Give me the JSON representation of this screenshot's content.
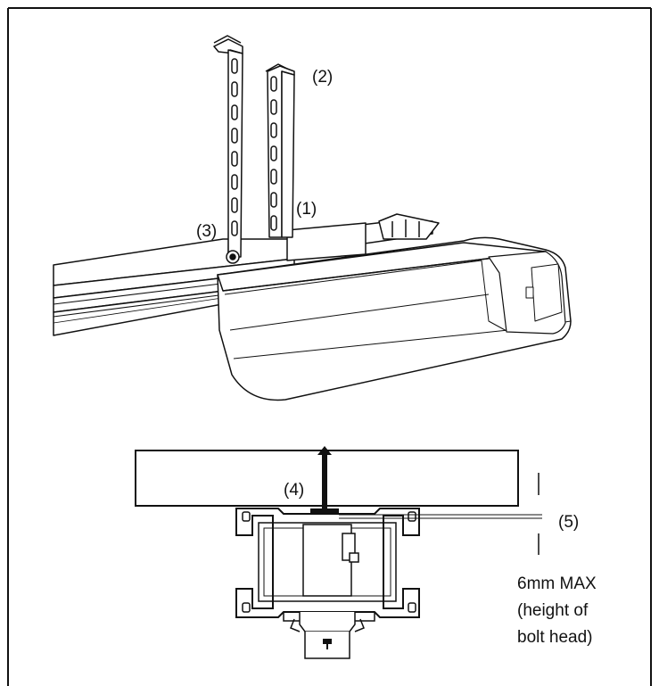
{
  "callouts": {
    "c1": "(1)",
    "c2": "(2)",
    "c3": "(3)",
    "c4": "(4)",
    "c5": "(5)"
  },
  "note": {
    "line1": "6mm MAX",
    "line2": "(height of",
    "line3": "bolt head)"
  },
  "colors": {
    "line": "#111111",
    "background": "#ffffff",
    "shade": "#dddddd"
  }
}
